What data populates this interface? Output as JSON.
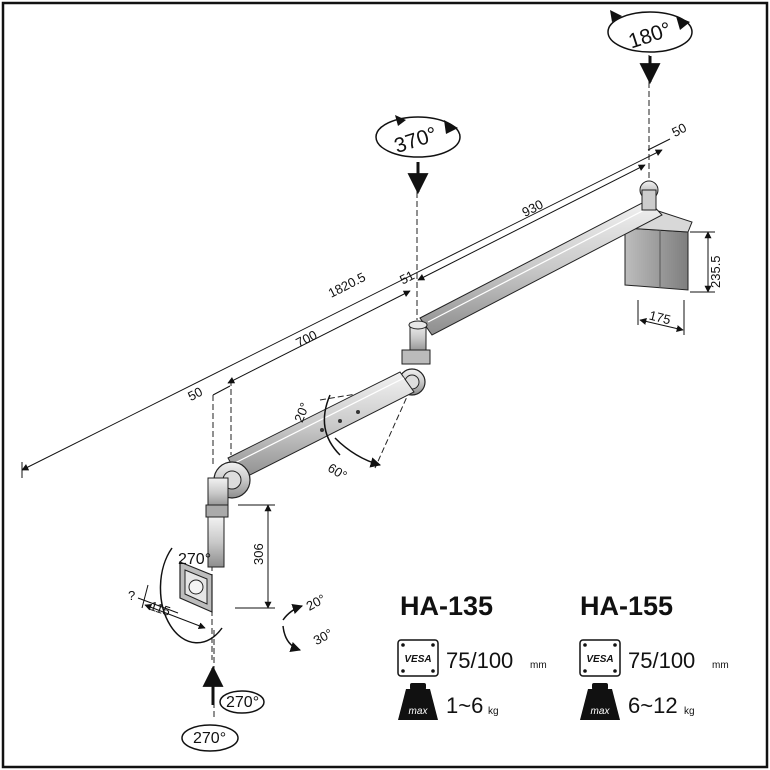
{
  "rotations": {
    "top_right": "180°",
    "mid": "370°",
    "bottom_left": "270°",
    "bottom_a": "270°",
    "bottom_b": "270°"
  },
  "tilts": {
    "upper": "20°",
    "lower": "60°",
    "pan_up": "20°",
    "pan_down": "30°"
  },
  "dimensions": {
    "total": "1820.5",
    "outer_arm": "930",
    "inner_arm": "700",
    "end_offset": "50",
    "left_offset": "50",
    "joint_gap": "51",
    "bracket_height": "235.5",
    "bracket_width": "175",
    "pole_height": "306",
    "vesa_offset": "115",
    "unknown": "?"
  },
  "models": [
    {
      "name": "HA-135",
      "vesa_icon": "VESA",
      "vesa_value": "75/100",
      "vesa_unit": "mm",
      "weight_icon": "max",
      "weight_value": "1~6",
      "weight_unit": "kg"
    },
    {
      "name": "HA-155",
      "vesa_icon": "VESA",
      "vesa_value": "75/100",
      "vesa_unit": "mm",
      "weight_icon": "max",
      "weight_value": "6~12",
      "weight_unit": "kg"
    }
  ]
}
